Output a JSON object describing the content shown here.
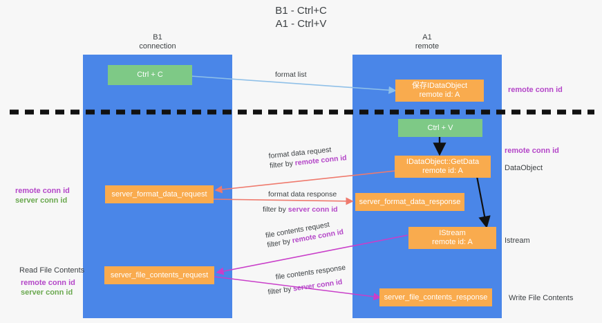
{
  "title": {
    "line1": "B1 - Ctrl+C",
    "line2": "A1 - Ctrl+V"
  },
  "lanes": [
    {
      "id": "b1",
      "name": "B1",
      "role": "connection"
    },
    {
      "id": "a1",
      "name": "A1",
      "role": "remote"
    }
  ],
  "boxes": {
    "ctrl_c": {
      "label": "Ctrl + C"
    },
    "save_idataobject": {
      "label": "保存IDataObject\nremote id: A"
    },
    "ctrl_v": {
      "label": "Ctrl + V"
    },
    "getdata": {
      "label": "IDataObject::GetData\nremote id: A"
    },
    "fmt_req": {
      "label": "server_format_data_request"
    },
    "fmt_resp": {
      "label": "server_format_data_response"
    },
    "istream": {
      "label": "IStream\nremote id: A"
    },
    "file_req": {
      "label": "server_file_contents_request"
    },
    "file_resp": {
      "label": "server_file_contents_response"
    }
  },
  "arrow_labels": {
    "format_list": {
      "text": "format list"
    },
    "format_data_request": {
      "line1": "format data request",
      "line2_prefix": "filter by ",
      "line2_em": "remote conn id"
    },
    "format_data_response": {
      "line1": "format data response",
      "line2_prefix": "filter by ",
      "line2_em": "server conn id"
    },
    "file_contents_request": {
      "line1": "file contents request",
      "line2_prefix": "filter by ",
      "line2_em": "remote conn id"
    },
    "file_contents_response": {
      "line1": "file contents response",
      "line2_prefix": "filter by ",
      "line2_em": "server conn id"
    }
  },
  "annotations": {
    "right_remote_conn_id_top": {
      "text": "remote conn id"
    },
    "right_remote_conn_id_mid": {
      "text": "remote conn id"
    },
    "right_dataobject": {
      "text": "DataObject"
    },
    "right_istream": {
      "text": "Istream"
    },
    "right_write_file_contents": {
      "text": "Write File Contents"
    },
    "left_remote_conn_id_mid": {
      "text": "remote conn id"
    },
    "left_server_conn_id_mid": {
      "text": "server conn id"
    },
    "left_read_file_contents": {
      "text": "Read File Contents"
    },
    "left_remote_conn_id_bot": {
      "text": "remote conn id"
    },
    "left_server_conn_id_bot": {
      "text": "server conn id"
    }
  },
  "colors": {
    "lane": "#4a86e8",
    "green_box": "#7ec986",
    "orange_box": "#f9ab4e",
    "purple": "#b446c8",
    "green_text": "#6aa84f",
    "divider": "#111111",
    "arrow_blue": "#8fc0e8",
    "arrow_black": "#111111",
    "arrow_red": "#ef7a6d",
    "arrow_magenta": "#c93ec9",
    "background": "#f7f7f7"
  },
  "divider": {
    "style": "thick dashed horizontal line"
  }
}
